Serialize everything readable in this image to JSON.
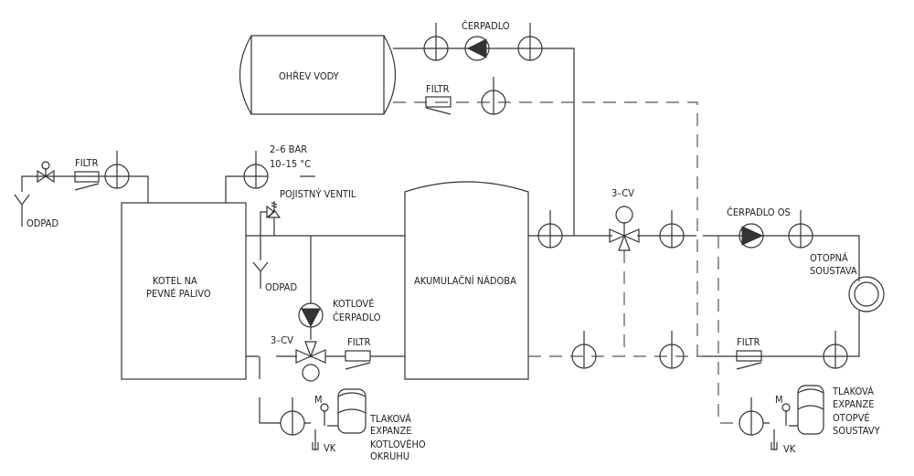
{
  "labels": {
    "water_heater": "OHŘEV VODY",
    "pump_top": "ČERPADLO",
    "filter_top": "FILTR",
    "filter_left": "FILTR",
    "drain_left": "ODPAD",
    "pressure": "2–6 BAR",
    "temperature": "10–15 °C",
    "safety_valve": "POJISTNÝ VENTIL",
    "drain_mid": "ODPAD",
    "boiler_line1": "KOTEL NA",
    "boiler_line2": "PEVNÉ PALIVO",
    "boiler_pump_line1": "KOTLOVÉ",
    "boiler_pump_line2": "ČERPADLO",
    "valve_3cv_left": "3–CV",
    "filter_boiler": "FILTR",
    "accumulator": "AKUMULAČNÍ NÁDOBA",
    "valve_3cv_right": "3–CV",
    "pump_os": "ČERPADLO OS",
    "heating_system_line1": "OTOPNÁ",
    "heating_system_line2": "SOUSTAVA",
    "filter_right": "FILTR",
    "gauge_left": "M",
    "vk_left": "VK",
    "expansion_left": [
      "TLAKOVÁ",
      "EXPANZE",
      "KOTLOVÉHO",
      "OKRUHU"
    ],
    "gauge_right": "M",
    "vk_right": "VK",
    "expansion_right": [
      "TLAKOVÁ",
      "EXPANZE",
      "OTOPVÉ",
      "SOUSTAVY"
    ]
  }
}
